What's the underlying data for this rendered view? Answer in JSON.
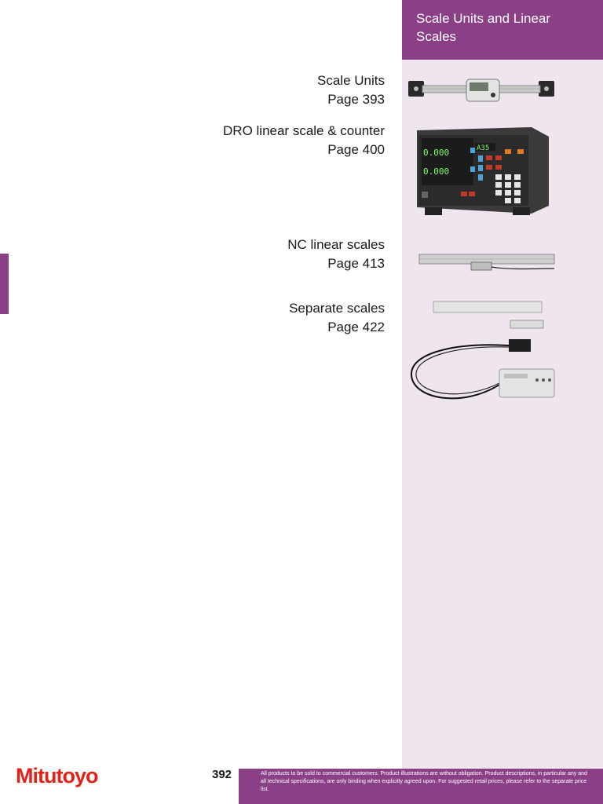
{
  "header": {
    "title": "Scale Units and Linear Scales"
  },
  "entries": [
    {
      "title": "Scale Units",
      "page": "Page 393"
    },
    {
      "title": "DRO linear scale & counter",
      "page": "Page 400"
    },
    {
      "title": "NC linear scales",
      "page": "Page 413"
    },
    {
      "title": "Separate scales",
      "page": "Page 422"
    }
  ],
  "counter_display": {
    "axis1": "0.000",
    "axis2": "0.000",
    "aux": "A35"
  },
  "footer": {
    "page_number": "392",
    "disclaimer": "All products to be sold to commercial customers. Product illustrations are without obligation. Product descriptions, in particular any and all technical specifications, are only binding when explicitly agreed upon. For suggested retail prices, please refer to the separate price list.",
    "logo_text": "Mitutoyo"
  },
  "colors": {
    "accent": "#8a3f87",
    "panel": "#efe5ef",
    "logo": "#e2231a"
  }
}
